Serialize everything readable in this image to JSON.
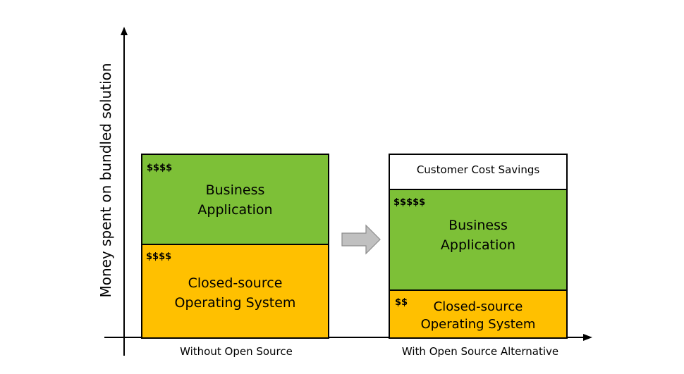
{
  "y_axis_label": "Money spent on bundled solution",
  "left_column": {
    "category": "Without Open Source",
    "app": {
      "cost": "$$$$",
      "line1": "Business",
      "line2": "Application"
    },
    "os": {
      "cost": "$$$$",
      "line1": "Closed-source",
      "line2": "Operating System"
    }
  },
  "right_column": {
    "category": "With Open Source Alternative",
    "savings": "Customer Cost Savings",
    "app": {
      "cost": "$$$$$",
      "line1": "Business",
      "line2": "Application"
    },
    "os": {
      "cost": "$$",
      "line1": "Closed-source",
      "line2": "Operating System"
    }
  },
  "colors": {
    "application": "#7dc037",
    "operating_system": "#ffc000",
    "savings": "#ffffff",
    "arrow": "#c0c0c0"
  }
}
